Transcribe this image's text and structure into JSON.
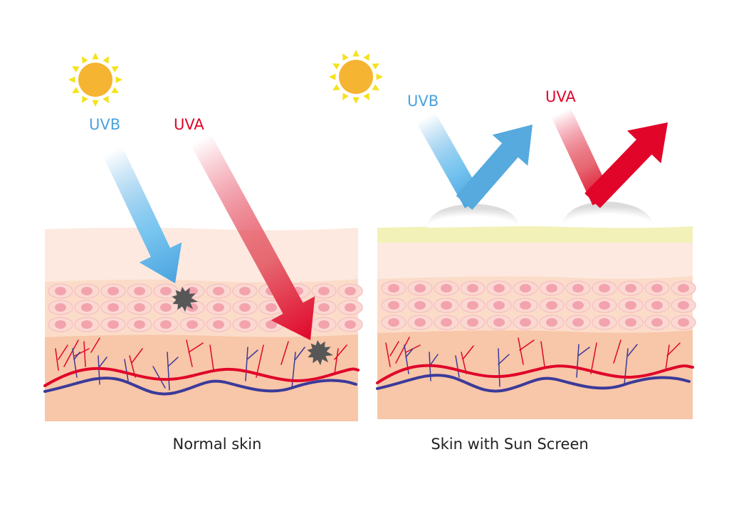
{
  "left_panel": {
    "uvb_label": "UVB",
    "uva_label": "UVA",
    "caption": "Normal skin"
  },
  "right_panel": {
    "uvb_label": "UVB",
    "uva_label": "UVA",
    "caption": "Skin with Sun Screen"
  },
  "colors": {
    "uvb": "#4aa3df",
    "uva": "#e0062a",
    "sun": "#f5b431",
    "sun_rays": "#f5e21c",
    "damage": "#575757",
    "sunscreen": "#f2f1b8",
    "epidermis_top": "#fde9df",
    "cell_layer": "#fbdcc9",
    "dermis": "#f8c6a8",
    "artery": "#e0062a",
    "vein": "#3b3a9a"
  }
}
